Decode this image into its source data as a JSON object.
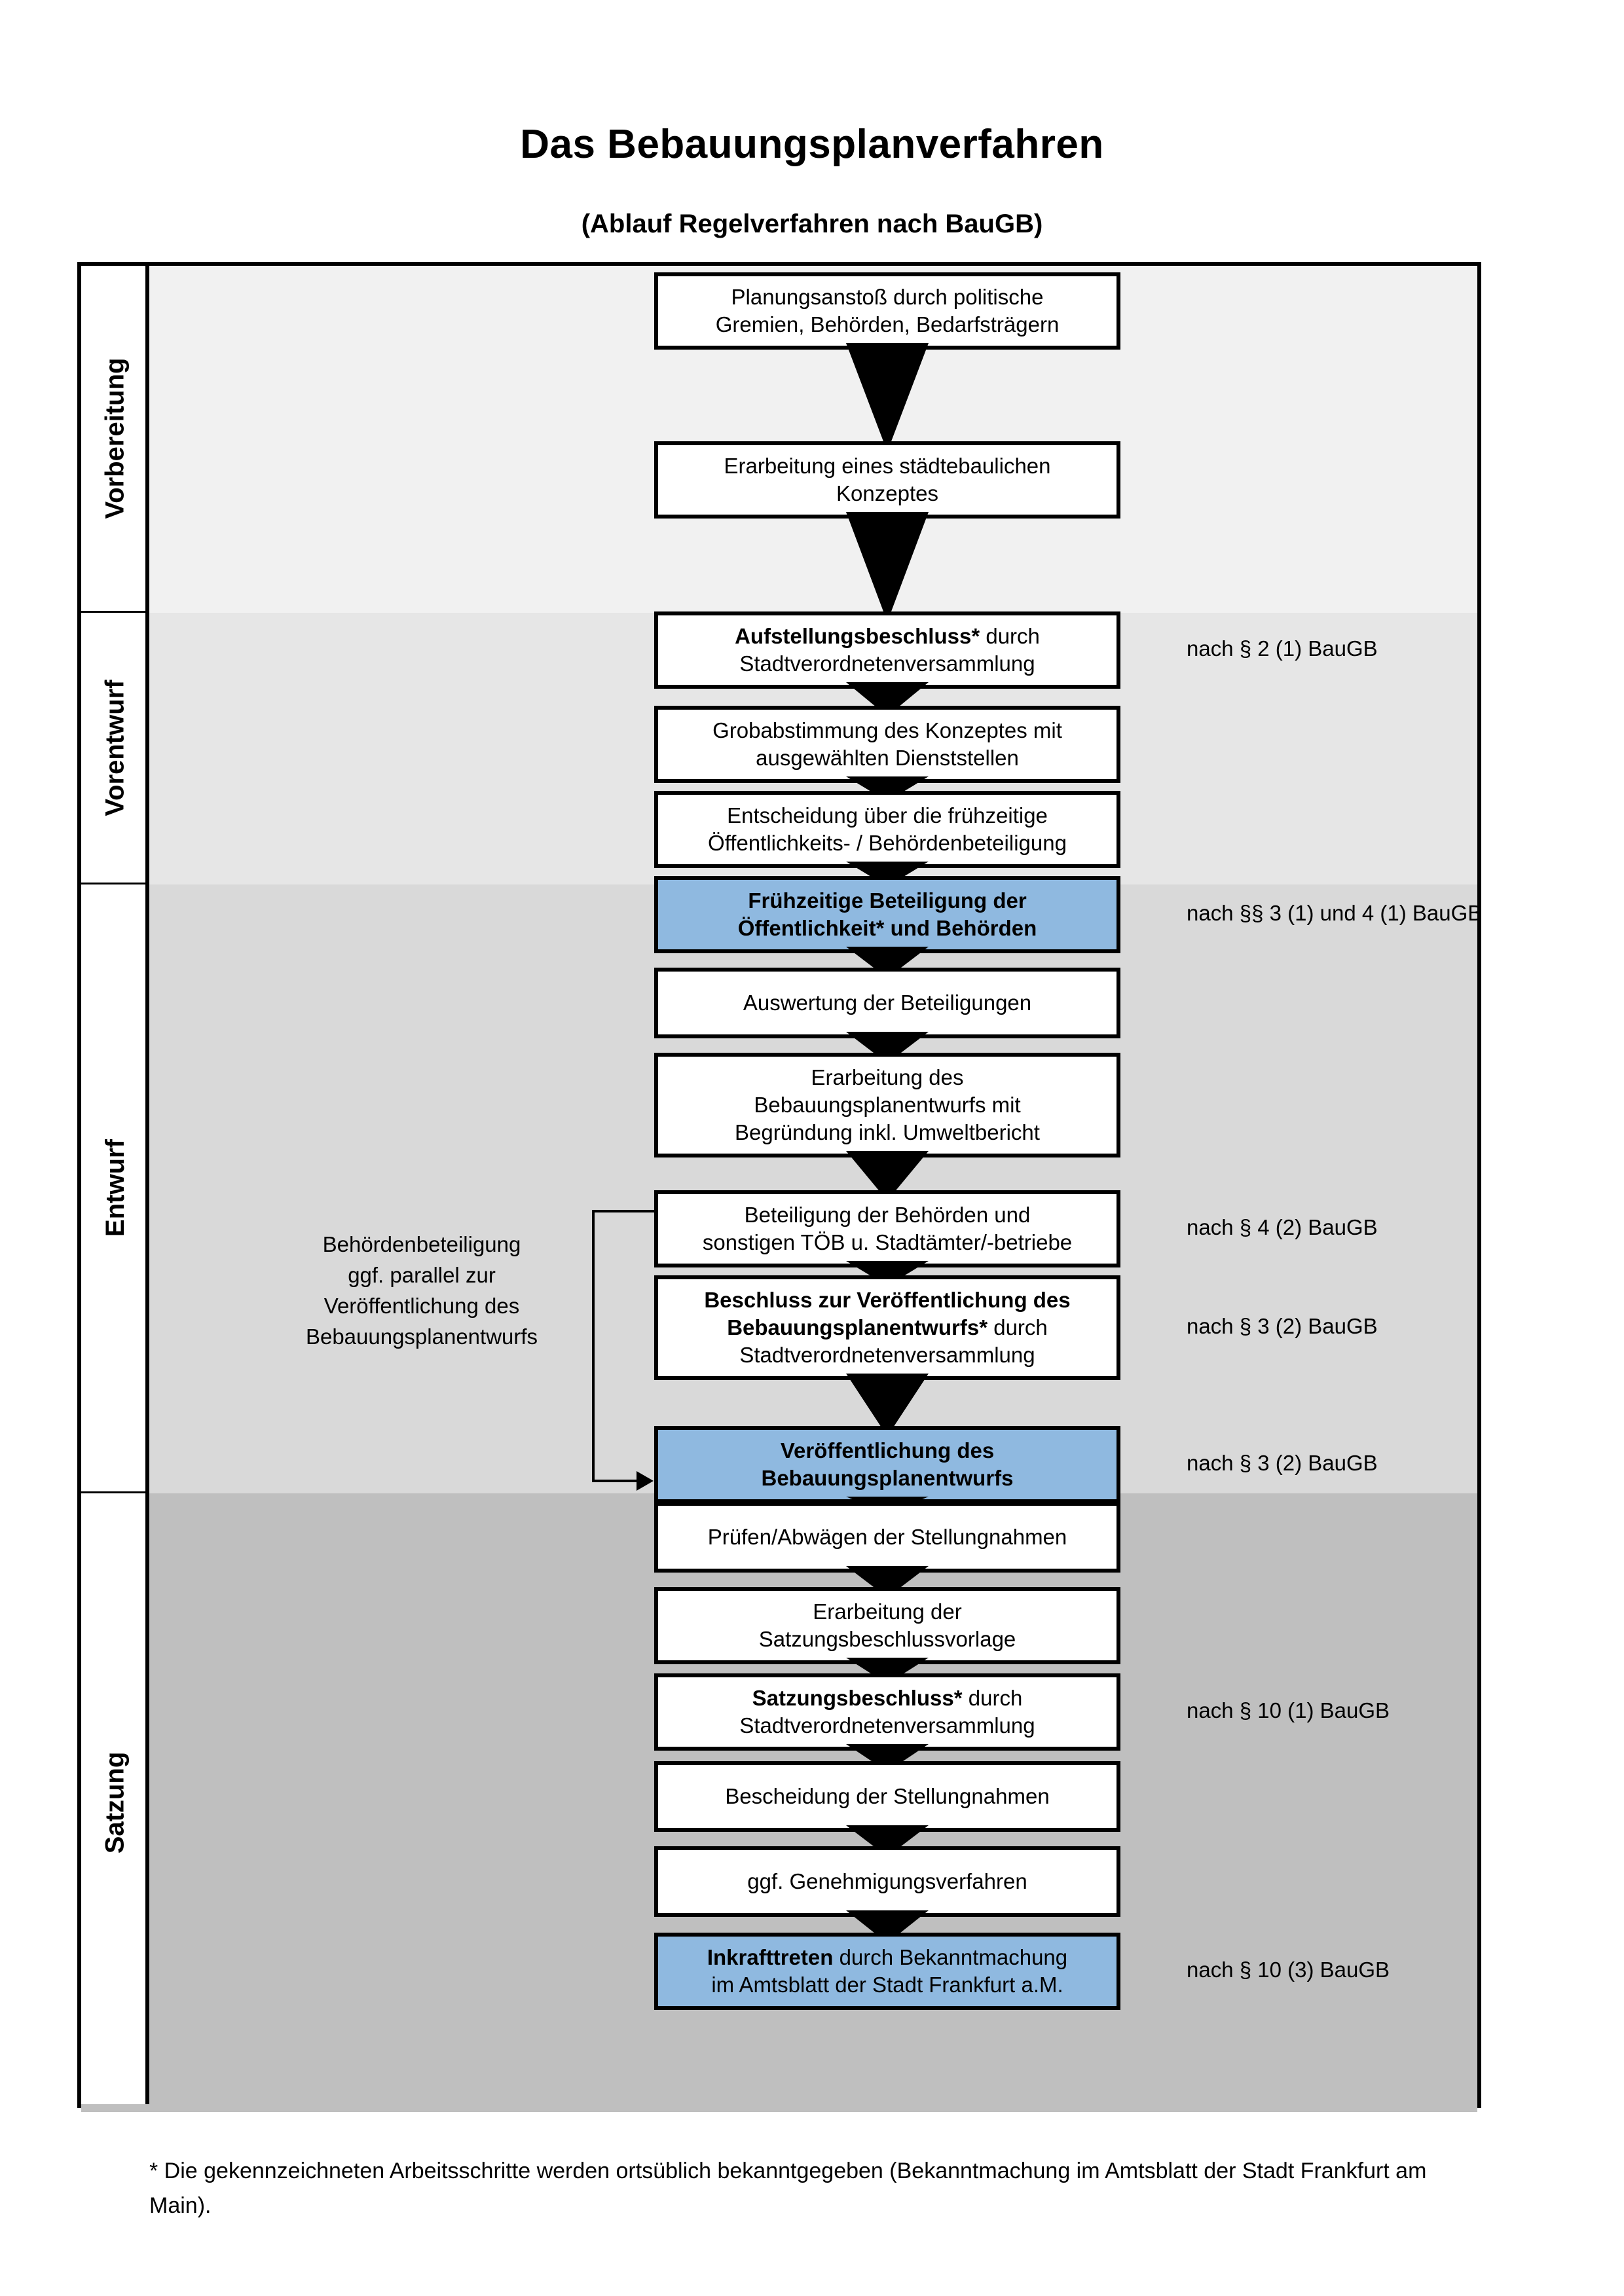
{
  "document": {
    "title": "Das Bebauungsplanverfahren",
    "subtitle": "(Ablauf Regelverfahren nach BauGB)",
    "footnote": "* Die gekennzeichneten Arbeitsschritte werden ortsüblich bekanntgegeben (Bekanntmachung im Amtsblatt  der Stadt Frankfurt am Main)."
  },
  "colors": {
    "band_vorbereitung": "#f1f1f1",
    "band_vorentwurf": "#e6e6e6",
    "band_entwurf": "#d9d9d9",
    "band_satzung": "#bfbfbf",
    "highlight_blue": "#8fb9e0",
    "outline": "#000000",
    "page": "#ffffff"
  },
  "phases": [
    {
      "label": "Vorbereitung"
    },
    {
      "label": "Vorentwurf"
    },
    {
      "label": "Entwurf"
    },
    {
      "label": "Satzung"
    }
  ],
  "steps": [
    {
      "id": "planungsanstoss",
      "phase": "Vorbereitung",
      "highlight": false,
      "lines": [
        {
          "text": "Planungsanstoß durch politische",
          "bold": false
        },
        {
          "text": "Gremien, Behörden, Bedarfsträgern",
          "bold": false
        }
      ]
    },
    {
      "id": "staedtebauliches-konzept",
      "phase": "Vorbereitung",
      "highlight": false,
      "lines": [
        {
          "text": "Erarbeitung eines städtebaulichen",
          "bold": false
        },
        {
          "text": "Konzeptes",
          "bold": false
        }
      ]
    },
    {
      "id": "aufstellungsbeschluss",
      "phase": "Vorbereitung",
      "highlight": false,
      "lines": [
        {
          "text": "Aufstellungsbeschluss*",
          "bold": true
        },
        {
          "text": " durch",
          "bold": false
        },
        {
          "text": "Stadtverordnetenversammlung",
          "bold": false
        }
      ]
    },
    {
      "id": "grobabstimmung",
      "phase": "Vorentwurf",
      "highlight": false,
      "lines": [
        {
          "text": "Grobabstimmung des Konzeptes mit",
          "bold": false
        },
        {
          "text": "ausgewählten Dienststellen",
          "bold": false
        }
      ]
    },
    {
      "id": "entscheidung-fruehzeitig",
      "phase": "Vorentwurf",
      "highlight": false,
      "lines": [
        {
          "text": "Entscheidung über die frühzeitige",
          "bold": false
        },
        {
          "text": "Öffentlichkeits- / Behördenbeteiligung",
          "bold": false
        }
      ]
    },
    {
      "id": "fruehzeitige-beteiligung",
      "phase": "Vorentwurf",
      "highlight": true,
      "lines": [
        {
          "text": "Frühzeitige Beteiligung der",
          "bold": true
        },
        {
          "text": "Öffentlichkeit* und Behörden",
          "bold": true
        }
      ]
    },
    {
      "id": "auswertung",
      "phase": "Entwurf",
      "highlight": false,
      "lines": [
        {
          "text": "Auswertung der Beteiligungen",
          "bold": false
        }
      ]
    },
    {
      "id": "erarbeitung-entwurf",
      "phase": "Entwurf",
      "highlight": false,
      "lines": [
        {
          "text": "Erarbeitung des",
          "bold": false
        },
        {
          "text": "Bebauungsplanentwurfs mit",
          "bold": false
        },
        {
          "text": "Begründung inkl. Umweltbericht",
          "bold": false
        }
      ]
    },
    {
      "id": "beteiligung-behoerden",
      "phase": "Entwurf",
      "highlight": false,
      "lines": [
        {
          "text": "Beteiligung der Behörden und",
          "bold": false
        },
        {
          "text": "sonstigen TÖB u. Stadtämter/-betriebe",
          "bold": false
        }
      ]
    },
    {
      "id": "beschluss-veroeffentlichung",
      "phase": "Entwurf",
      "highlight": false,
      "lines": [
        {
          "text": "Beschluss zur Veröffentlichung des",
          "bold": true
        },
        {
          "text": "Bebauungsplanentwurfs*",
          "bold": true
        },
        {
          "text": " durch",
          "bold": false
        },
        {
          "text": "Stadtverordnetenversammlung",
          "bold": false
        }
      ]
    },
    {
      "id": "veroeffentlichung",
      "phase": "Entwurf",
      "highlight": true,
      "lines": [
        {
          "text": "Veröffentlichung des",
          "bold": true
        },
        {
          "text": "Bebauungsplanentwurfs",
          "bold": true
        }
      ]
    },
    {
      "id": "pruefen-abwaegen",
      "phase": "Satzung",
      "highlight": false,
      "lines": [
        {
          "text": "Prüfen/Abwägen der Stellungnahmen",
          "bold": false
        }
      ]
    },
    {
      "id": "satzungsbeschlussvorlage",
      "phase": "Satzung",
      "highlight": false,
      "lines": [
        {
          "text": "Erarbeitung der",
          "bold": false
        },
        {
          "text": "Satzungsbeschlussvorlage",
          "bold": false
        }
      ]
    },
    {
      "id": "satzungsbeschluss",
      "phase": "Satzung",
      "highlight": false,
      "lines": [
        {
          "text": "Satzungsbeschluss*",
          "bold": true
        },
        {
          "text": " durch",
          "bold": false
        },
        {
          "text": "Stadtverordnetenversammlung",
          "bold": false
        }
      ]
    },
    {
      "id": "bescheidung",
      "phase": "Satzung",
      "highlight": false,
      "lines": [
        {
          "text": "Bescheidung der Stellungnahmen",
          "bold": false
        }
      ]
    },
    {
      "id": "genehmigungsverfahren",
      "phase": "Satzung",
      "highlight": false,
      "lines": [
        {
          "text": "ggf. Genehmigungsverfahren",
          "bold": false
        }
      ]
    },
    {
      "id": "inkrafttreten",
      "phase": "Satzung",
      "highlight": true,
      "lines": [
        {
          "text": "Inkrafttreten",
          "bold": true
        },
        {
          "text": " durch Bekanntmachung",
          "bold": false
        },
        {
          "text": "im Amtsblatt der Stadt Frankfurt a.M.",
          "bold": false
        }
      ]
    }
  ],
  "legal_references": [
    {
      "id": "ref-aufstellungsbeschluss",
      "text": "nach § 2 (1) BauGB",
      "for_step": "aufstellungsbeschluss"
    },
    {
      "id": "ref-fruehzeitige-beteiligung",
      "text": "nach §§ 3 (1) und 4 (1) BauGB",
      "for_step": "fruehzeitige-beteiligung"
    },
    {
      "id": "ref-beteiligung-behoerden",
      "text": "nach § 4 (2) BauGB",
      "for_step": "beteiligung-behoerden"
    },
    {
      "id": "ref-beschluss-veroeffentlichung",
      "text": "nach § 3 (2) BauGB",
      "for_step": "beschluss-veroeffentlichung"
    },
    {
      "id": "ref-veroeffentlichung",
      "text": "nach § 3 (2) BauGB",
      "for_step": "veroeffentlichung"
    },
    {
      "id": "ref-satzungsbeschluss",
      "text": "nach § 10 (1) BauGB",
      "for_step": "satzungsbeschluss"
    },
    {
      "id": "ref-inkrafttreten",
      "text": "nach § 10 (3) BauGB",
      "for_step": "inkrafttreten"
    }
  ],
  "side_note": {
    "id": "behoerdenbeteiligung-note",
    "lines": [
      "Behördenbeteiligung",
      "ggf. parallel zur",
      "Veröffentlichung des",
      "Bebauungsplanentwurfs"
    ]
  }
}
